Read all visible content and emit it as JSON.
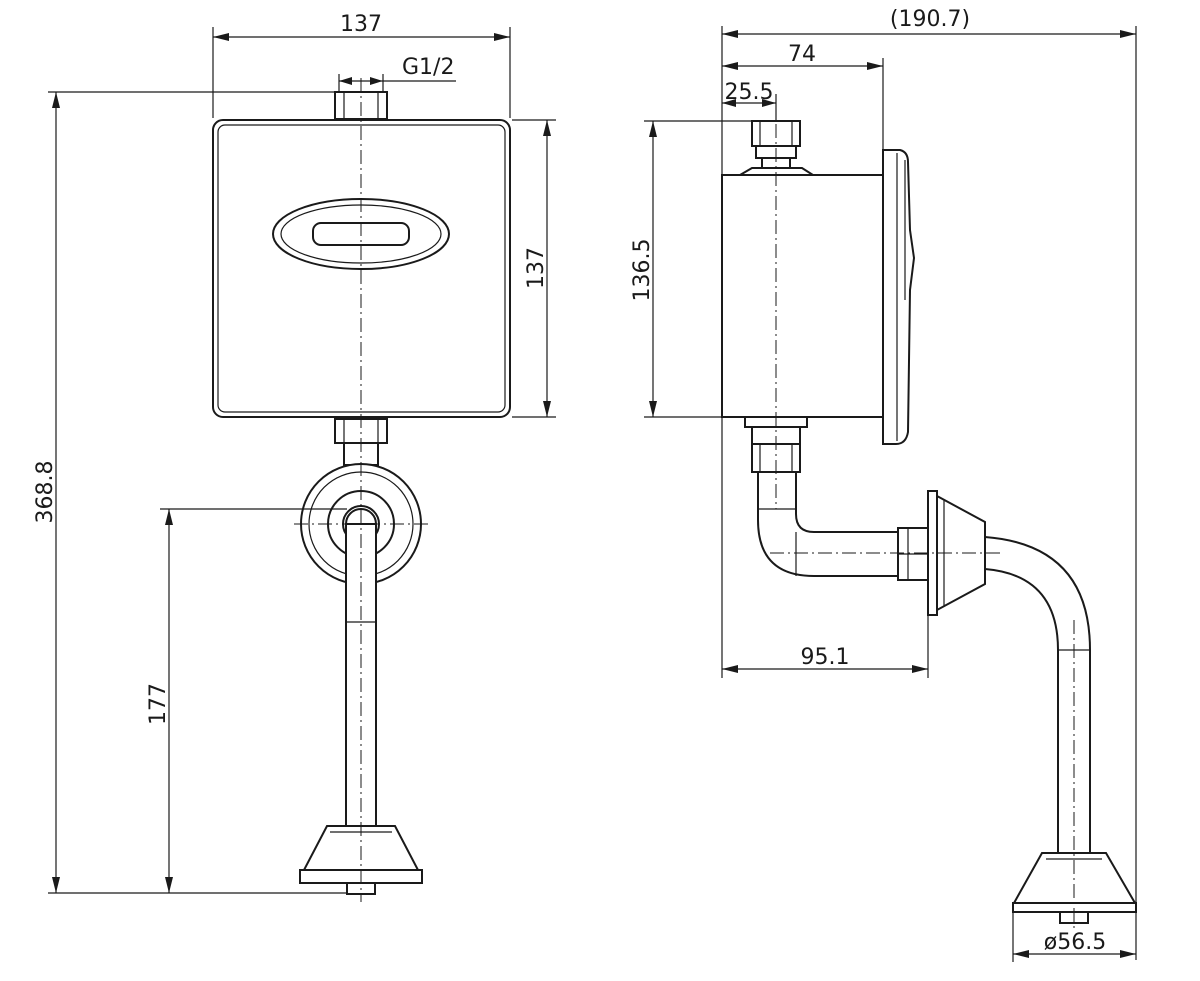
{
  "dimensions": {
    "front_width": "137",
    "front_thread": "G1/2",
    "front_height_body": "137",
    "front_total_height": "368.8",
    "front_pipe_height": "177",
    "side_total_depth": "(190.7)",
    "side_body_depth": "74",
    "side_inlet_offset": "25.5",
    "side_body_height": "136.5",
    "side_outlet_depth": "95.1",
    "side_flange_diameter": "ø56.5"
  },
  "colors": {
    "line": "#1a1a1a",
    "background": "#ffffff"
  }
}
